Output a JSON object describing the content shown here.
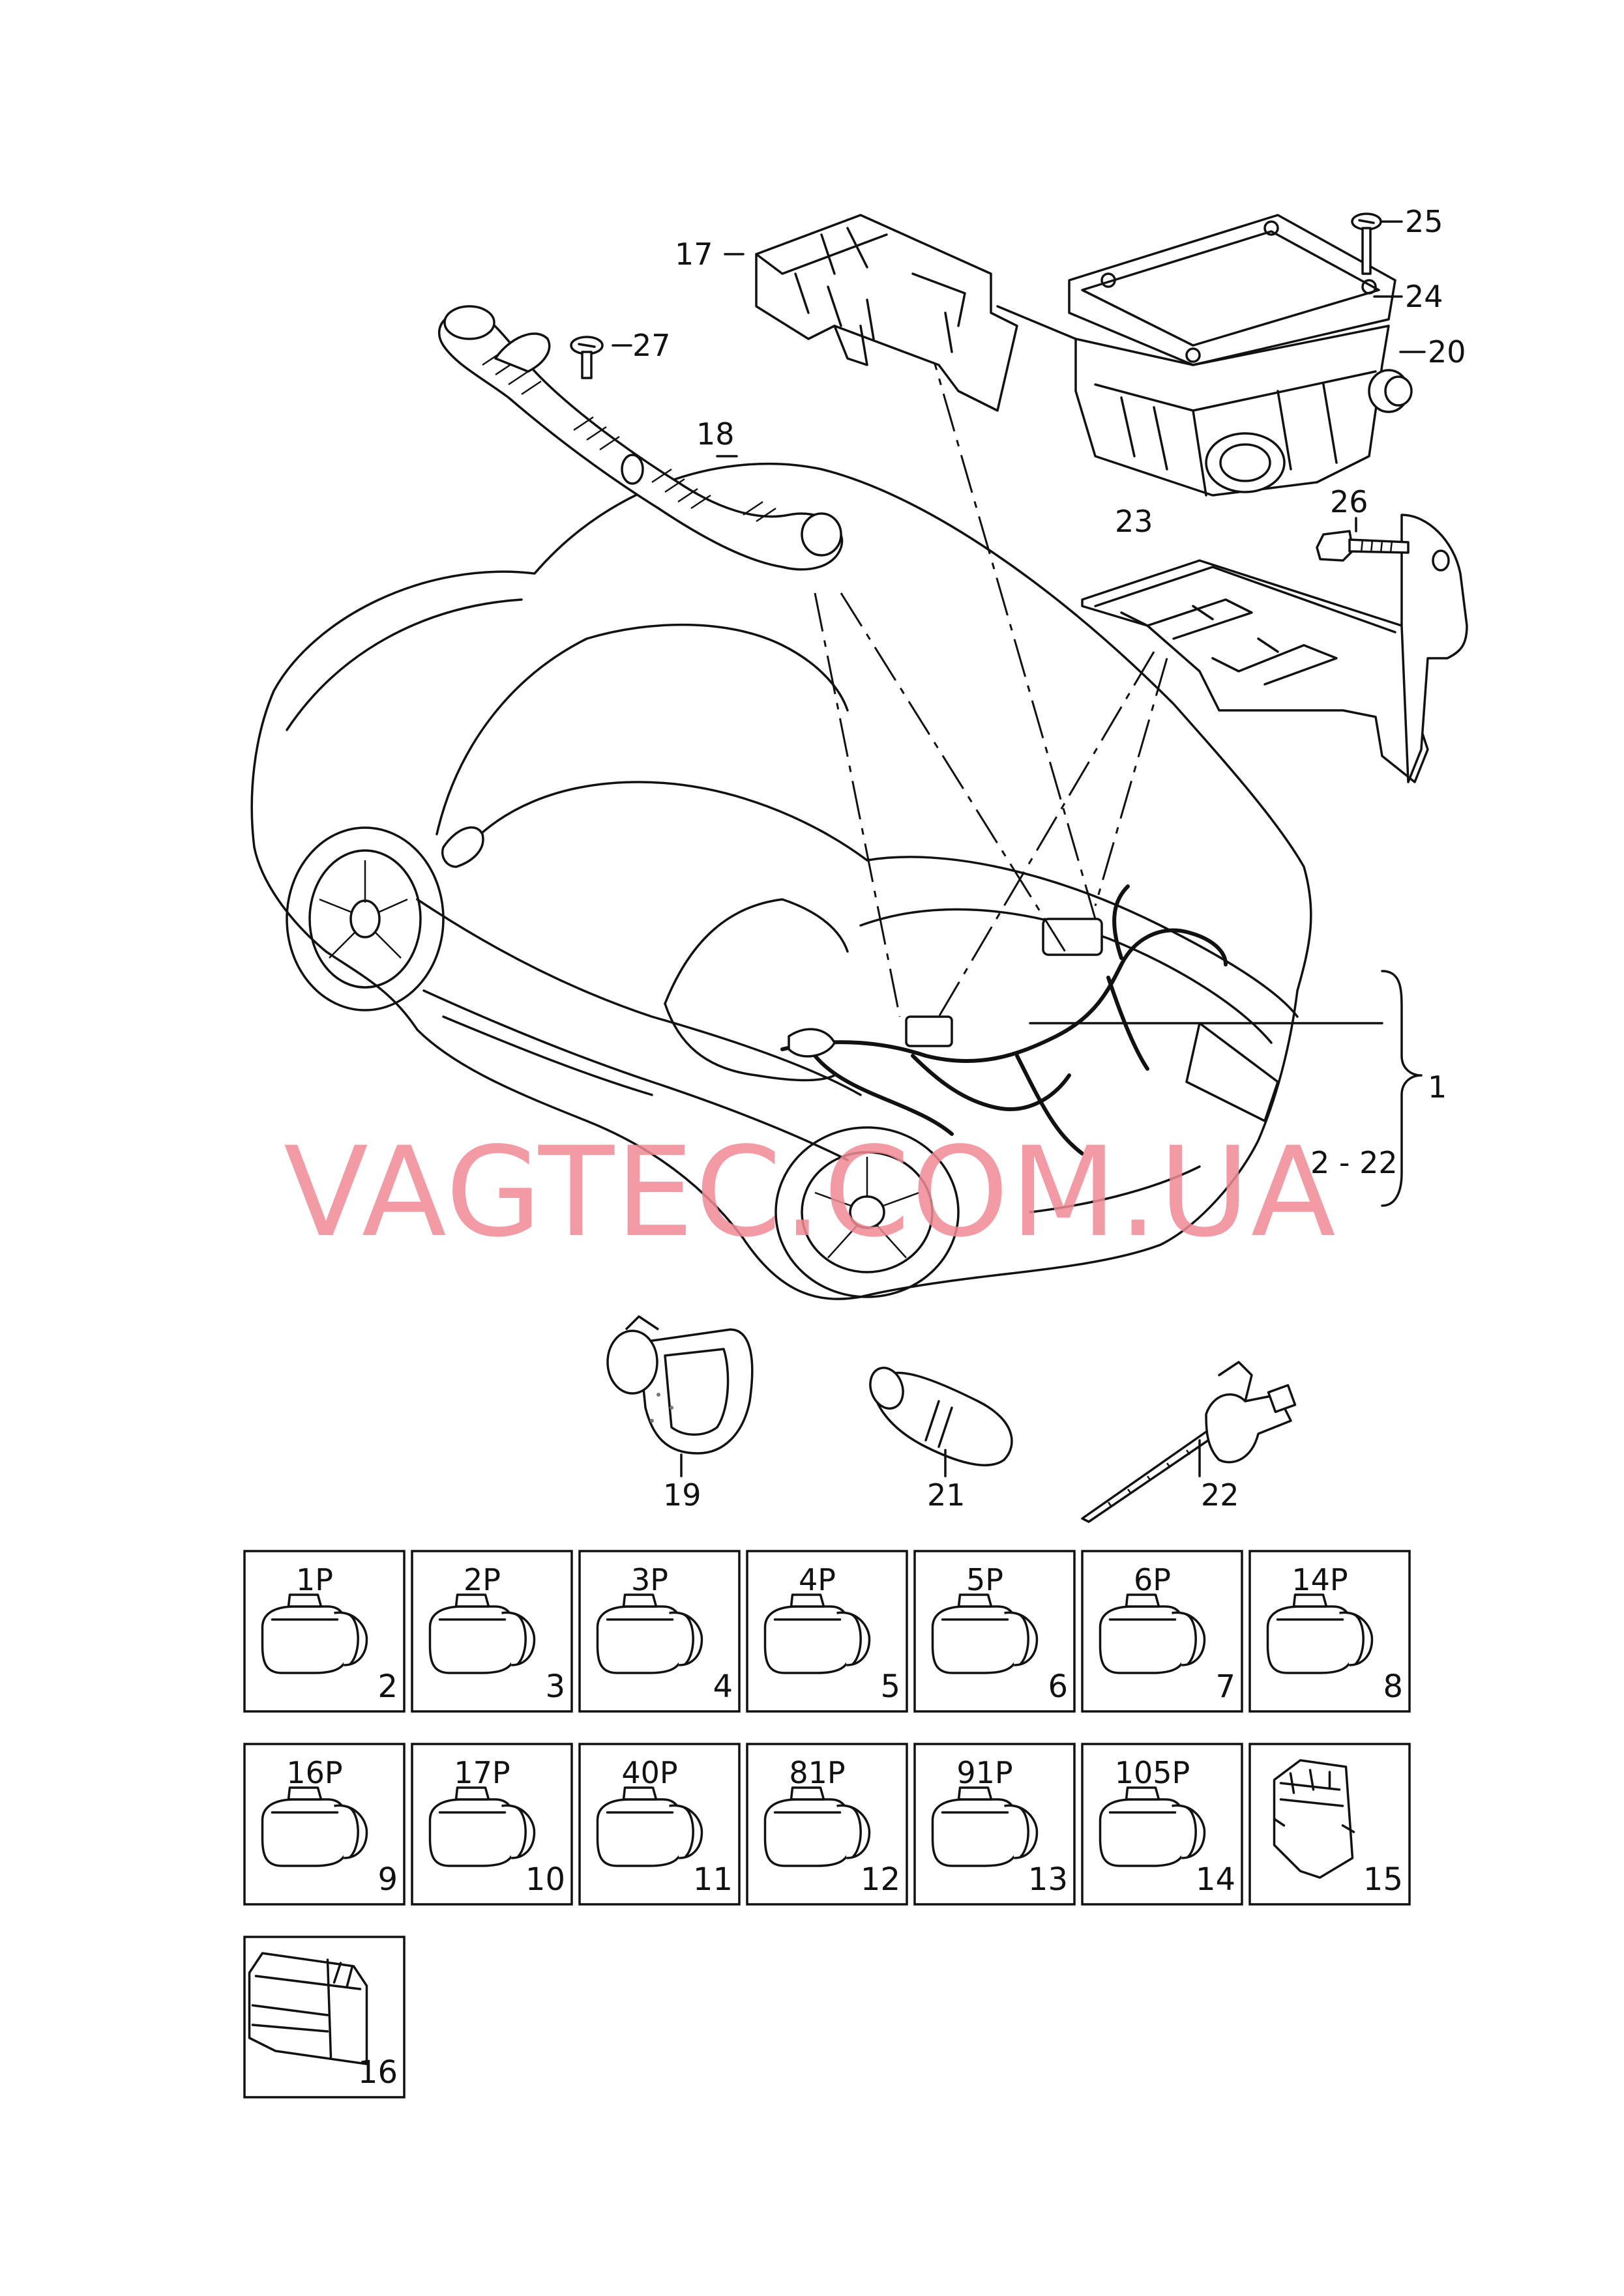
{
  "callouts": {
    "c1": "1",
    "c2_22": "2 - 22",
    "c17": "17",
    "c18": "18",
    "c19": "19",
    "c20": "20",
    "c21": "21",
    "c22": "22",
    "c23": "23",
    "c24": "24",
    "c25": "25",
    "c26": "26",
    "c27": "27"
  },
  "watermark": "VAGTEC.COM.UA",
  "connector_grid": [
    {
      "pins": "1P",
      "index": "2"
    },
    {
      "pins": "2P",
      "index": "3"
    },
    {
      "pins": "3P",
      "index": "4"
    },
    {
      "pins": "4P",
      "index": "5"
    },
    {
      "pins": "5P",
      "index": "6"
    },
    {
      "pins": "6P",
      "index": "7"
    },
    {
      "pins": "14P",
      "index": "8"
    },
    {
      "pins": "16P",
      "index": "9"
    },
    {
      "pins": "17P",
      "index": "10"
    },
    {
      "pins": "40P",
      "index": "11"
    },
    {
      "pins": "81P",
      "index": "12"
    },
    {
      "pins": "91P",
      "index": "13"
    },
    {
      "pins": "105P",
      "index": "14"
    },
    {
      "pins": "",
      "index": "15"
    },
    {
      "pins": "",
      "index": "16"
    }
  ],
  "colors": {
    "line": "#111111",
    "watermark": "#f08a96",
    "background": "#ffffff"
  }
}
